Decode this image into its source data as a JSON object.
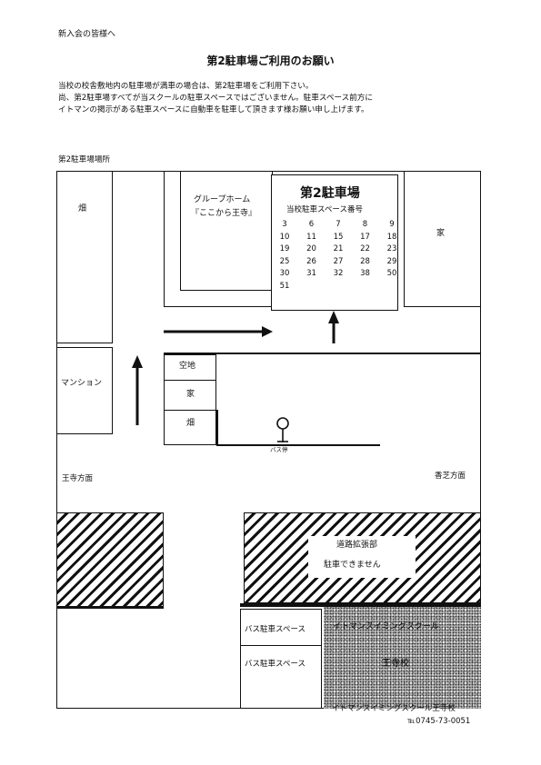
{
  "header": {
    "salutation": "新入会の皆様へ",
    "title": "第2駐車場ご利用のお願い",
    "body_line1": "当校の校舎敷地内の駐車場が満車の場合は、第2駐車場をご利用下さい。",
    "body_line2": "尚、第2駐車場すべてが当スクールの駐車スペースではございません。駐車スペース前方に",
    "body_line3": "イトマンの掲示がある駐車スペースに自動車を駐車して頂きます様お願い申し上げます。"
  },
  "map": {
    "caption": "第2駐車場場所",
    "field_top": "畑",
    "group_home": "グループホーム",
    "group_home_name": "『ここから王寺』",
    "parking_title": "第2駐車場",
    "parking_subtitle": "当校駐車スペース番号",
    "space_numbers": [
      [
        "3",
        "6",
        "7",
        "8",
        "9"
      ],
      [
        "10",
        "11",
        "15",
        "17",
        "18"
      ],
      [
        "19",
        "20",
        "21",
        "22",
        "23"
      ],
      [
        "25",
        "26",
        "27",
        "28",
        "29"
      ],
      [
        "30",
        "31",
        "32",
        "38",
        "50"
      ],
      [
        "51"
      ]
    ],
    "house_right": "家",
    "mansion": "マンション",
    "vacant_lot": "空地",
    "house_small": "家",
    "field_small": "畑",
    "bus_stop": "バス停",
    "direction_left": "王寺方面",
    "direction_right": "香芝方面",
    "road_expansion": "道路拡張部",
    "no_parking": "駐車できません",
    "bus_space_1": "バス駐車スペース",
    "bus_space_2": "バス駐車スペース",
    "school_name": "イトマンスイミングスクール",
    "school_branch": "王寺校"
  },
  "footer": {
    "school": "イトマンスイミングスクール王寺校",
    "tel": "℡0745-73-0051"
  }
}
